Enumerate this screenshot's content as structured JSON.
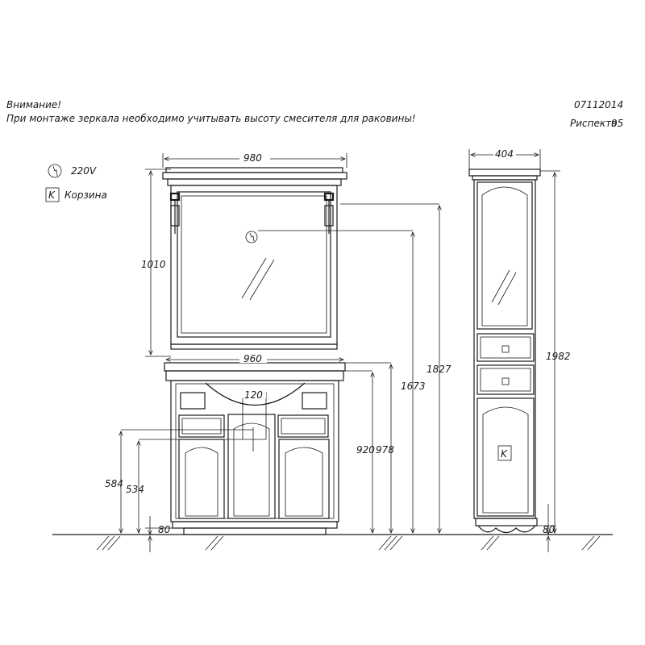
{
  "notes": {
    "warning_title": "Внимание!",
    "warning_text": "При монтаже зеркала необходимо учитывать высоту смесителя для раковины!",
    "doc_code": "07112014",
    "product_name": "Риспекто",
    "product_size": "95"
  },
  "legend": {
    "power_label": "220V",
    "basket_symbol": "K",
    "basket_label": "Корзина"
  },
  "dimensions": {
    "mirror_width": "980",
    "mirror_height": "1010",
    "vanity_width": "960",
    "mixer_offset": "120",
    "mirror_socket_height": "1673",
    "mirror_top_height": "1827",
    "sink_top_height": "920",
    "vanity_top_height": "978",
    "mixer_height": "584",
    "drain_height": "534",
    "vanity_leg_height": "80",
    "column_width": "404",
    "column_height": "1982",
    "column_leg_height": "80"
  },
  "column": {
    "basket_symbol": "K"
  }
}
